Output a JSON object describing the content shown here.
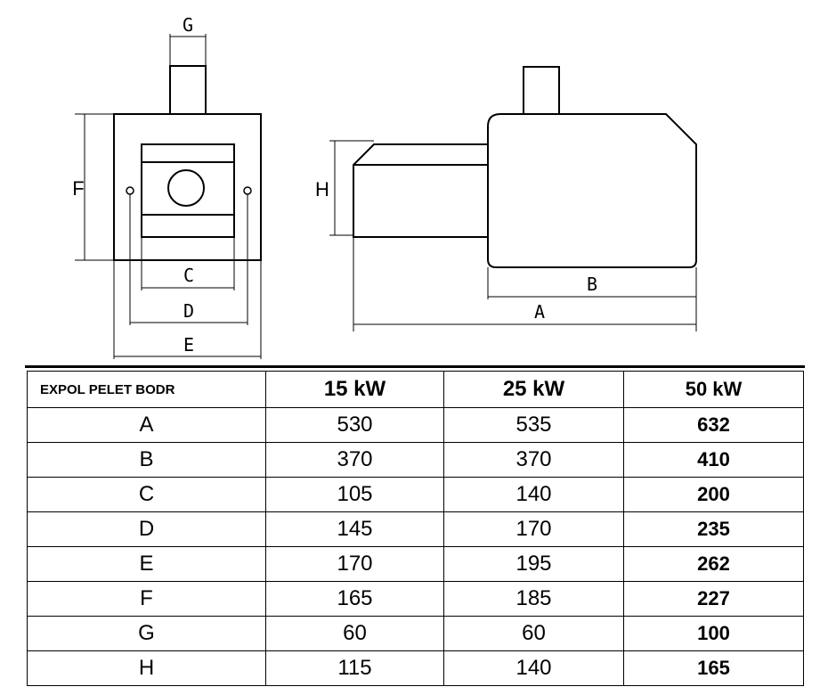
{
  "drawing": {
    "front_labels": {
      "g": "G",
      "f": "F",
      "c": "C",
      "d": "D",
      "e": "E"
    },
    "side_labels": {
      "h": "H",
      "b": "B",
      "a": "A"
    }
  },
  "table": {
    "header": [
      "EXPOL PELET BODR",
      "15 kW",
      "25 kW",
      "50 kW"
    ],
    "rows": [
      {
        "label": "A",
        "v15": "530",
        "v25": "535",
        "v50": "632"
      },
      {
        "label": "B",
        "v15": "370",
        "v25": "370",
        "v50": "410"
      },
      {
        "label": "C",
        "v15": "105",
        "v25": "140",
        "v50": "200"
      },
      {
        "label": "D",
        "v15": "145",
        "v25": "170",
        "v50": "235"
      },
      {
        "label": "E",
        "v15": "170",
        "v25": "195",
        "v50": "262"
      },
      {
        "label": "F",
        "v15": "165",
        "v25": "185",
        "v50": "227"
      },
      {
        "label": "G",
        "v15": "60",
        "v25": "60",
        "v50": "100"
      },
      {
        "label": "H",
        "v15": "115",
        "v25": "140",
        "v50": "165"
      }
    ]
  }
}
